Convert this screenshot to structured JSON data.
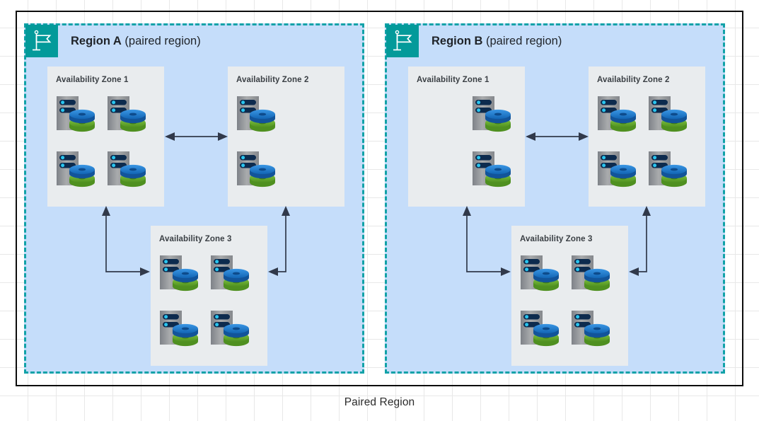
{
  "diagram": {
    "caption": "Paired Region",
    "colors": {
      "region_fill": "#c5ddfa",
      "region_border": "#12a2a8",
      "zone_fill": "#e9ecee",
      "flag_badge": "#039a9a",
      "connector": "#31394a",
      "server_body": "#8e9195",
      "server_slot": "#0d2b4e",
      "server_led": "#29c6f0",
      "disk_blue": "#1f7fd4",
      "disk_green": "#6cb62e",
      "outer_frame": "#0c0c0c"
    },
    "icon_names": {
      "flag": "flag-icon",
      "node": "server-with-storage-icon"
    },
    "regions": [
      {
        "id": "region-a",
        "name": "Region A",
        "qualifier": "(paired region)",
        "flag_label": "region-flag",
        "zones": [
          {
            "id": "az-a-1",
            "title": "Availability Zone 1",
            "columns": 2,
            "nodes": 4,
            "align": "left"
          },
          {
            "id": "az-a-2",
            "title": "Availability Zone 2",
            "columns": 1,
            "nodes": 2,
            "align": "left"
          },
          {
            "id": "az-a-3",
            "title": "Availability Zone 3",
            "columns": 2,
            "nodes": 4,
            "align": "left"
          }
        ],
        "connectors": [
          {
            "name": "az1-to-az2-link",
            "type": "bidirectional-horizontal"
          },
          {
            "name": "az1-to-az3-link",
            "type": "bidirectional-elbow-left"
          },
          {
            "name": "az2-to-az3-link",
            "type": "bidirectional-elbow-right"
          }
        ]
      },
      {
        "id": "region-b",
        "name": "Region B",
        "qualifier": "(paired region)",
        "flag_label": "region-flag",
        "zones": [
          {
            "id": "az-b-1",
            "title": "Availability Zone 1",
            "columns": 1,
            "nodes": 2,
            "align": "right"
          },
          {
            "id": "az-b-2",
            "title": "Availability Zone 2",
            "columns": 2,
            "nodes": 4,
            "align": "left"
          },
          {
            "id": "az-b-3",
            "title": "Availability Zone 3",
            "columns": 2,
            "nodes": 4,
            "align": "left"
          }
        ],
        "connectors": [
          {
            "name": "az1-to-az2-link",
            "type": "bidirectional-horizontal"
          },
          {
            "name": "az1-to-az3-link",
            "type": "bidirectional-elbow-left"
          },
          {
            "name": "az2-to-az3-link",
            "type": "bidirectional-elbow-right"
          }
        ]
      }
    ]
  }
}
